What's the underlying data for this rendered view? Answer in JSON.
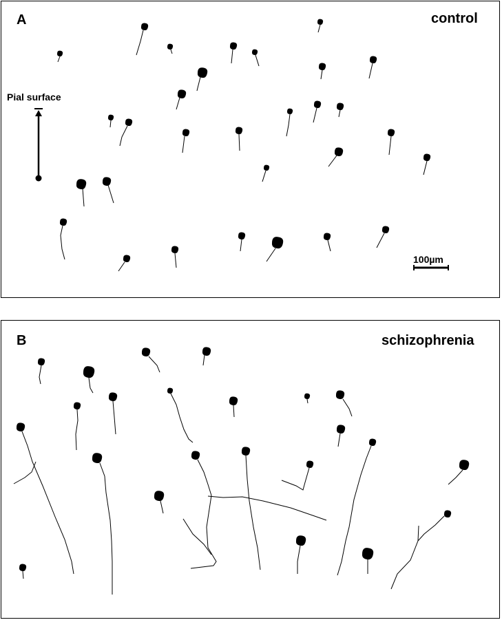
{
  "panel_a": {
    "letter": "A",
    "title": "control",
    "pial_label": "Pial surface",
    "scale_label": "100µm"
  },
  "panel_b": {
    "letter": "B",
    "title": "schizophrenia"
  },
  "colors": {
    "ink": "#000000",
    "background": "#ffffff"
  },
  "icons": [
    "neuron-soma-icon",
    "dendrite-icon",
    "pial-arrow-icon",
    "scale-bar-icon"
  ]
}
